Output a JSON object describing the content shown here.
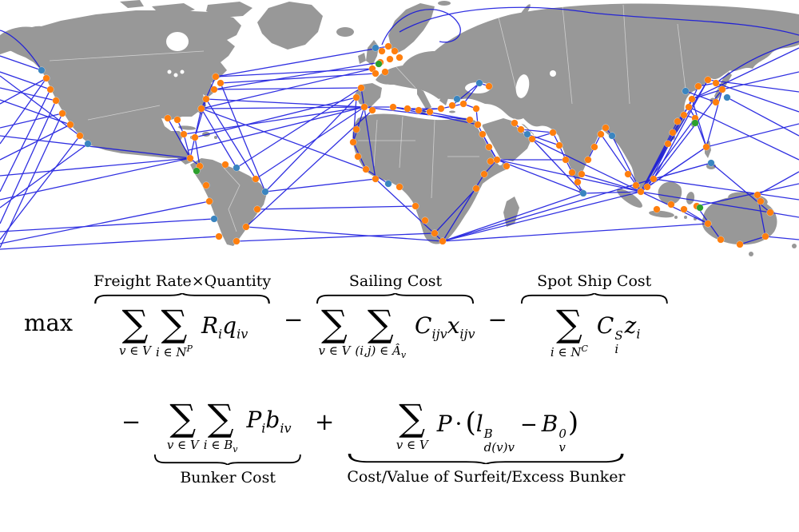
{
  "formula": {
    "max_label": "max",
    "sigma": "∑",
    "minus": "−",
    "plus": "+",
    "freight": {
      "label": "Freight Rate×Quantity",
      "lim1": "v ∈ V",
      "lim2": "i ∈ N",
      "lim2sup": "P",
      "v1": "R",
      "s1": "i",
      "v2": "q",
      "s2": "iv"
    },
    "sailing": {
      "label": "Sailing Cost",
      "lim1": "v ∈ V",
      "lim2": "(i,j) ∈ Â",
      "lim2sub": "v",
      "v1": "C",
      "s1": "ijv",
      "v2": "x",
      "s2": "ijv"
    },
    "spot": {
      "label": "Spot Ship Cost",
      "lim1": "i ∈ N",
      "lim1sup": "C",
      "v1": "C",
      "v1sup": "S",
      "v1sub": "i",
      "v2": "z",
      "s2": "i"
    },
    "bunker": {
      "label": "Bunker Cost",
      "lim1": "v ∈ V",
      "lim2": "i ∈ B",
      "lim2sub": "v",
      "v1": "P",
      "s1": "i",
      "v2": "b",
      "s2": "iv"
    },
    "surfeit": {
      "label": "Cost/Value of Surfeit/Excess Bunker",
      "lim1": "v ∈ V",
      "v1": "P",
      "dot": "·",
      "lp": "(",
      "l": "l",
      "lsup": "B",
      "lsub": "d(v)v",
      "minus": "−",
      "B": "B",
      "Bsup": "0",
      "Bsub": "v",
      "rp": ")"
    }
  },
  "map": {
    "colors": {
      "land": "#989898",
      "ocean": "#ffffff",
      "route": "#1414dd",
      "o": "#ff7f0e",
      "t": "#3a85c0",
      "g": "#2ca02c"
    },
    "ports": [
      [
        52,
        88,
        "t"
      ],
      [
        58,
        98,
        "o"
      ],
      [
        63,
        112,
        "o"
      ],
      [
        70,
        126,
        "o"
      ],
      [
        78,
        142,
        "o"
      ],
      [
        88,
        156,
        "o"
      ],
      [
        100,
        170,
        "o"
      ],
      [
        110,
        180,
        "t"
      ],
      [
        210,
        148,
        "o"
      ],
      [
        222,
        150,
        "o"
      ],
      [
        230,
        168,
        "o"
      ],
      [
        244,
        172,
        "o"
      ],
      [
        252,
        136,
        "o"
      ],
      [
        258,
        124,
        "o"
      ],
      [
        268,
        112,
        "o"
      ],
      [
        276,
        104,
        "o"
      ],
      [
        270,
        96,
        "o"
      ],
      [
        238,
        198,
        "o"
      ],
      [
        250,
        208,
        "o"
      ],
      [
        246,
        214,
        "g"
      ],
      [
        282,
        206,
        "o"
      ],
      [
        296,
        210,
        "t"
      ],
      [
        258,
        232,
        "o"
      ],
      [
        262,
        252,
        "o"
      ],
      [
        268,
        274,
        "t"
      ],
      [
        274,
        296,
        "o"
      ],
      [
        320,
        224,
        "o"
      ],
      [
        332,
        240,
        "t"
      ],
      [
        322,
        262,
        "o"
      ],
      [
        308,
        284,
        "o"
      ],
      [
        296,
        302,
        "o"
      ],
      [
        470,
        60,
        "t"
      ],
      [
        478,
        64,
        "o"
      ],
      [
        486,
        58,
        "o"
      ],
      [
        494,
        64,
        "o"
      ],
      [
        500,
        72,
        "o"
      ],
      [
        488,
        74,
        "o"
      ],
      [
        476,
        78,
        "o"
      ],
      [
        474,
        80,
        "g"
      ],
      [
        466,
        86,
        "o"
      ],
      [
        470,
        92,
        "o"
      ],
      [
        482,
        90,
        "o"
      ],
      [
        452,
        110,
        "o"
      ],
      [
        446,
        122,
        "o"
      ],
      [
        456,
        134,
        "o"
      ],
      [
        466,
        138,
        "o"
      ],
      [
        492,
        134,
        "o"
      ],
      [
        510,
        136,
        "o"
      ],
      [
        524,
        138,
        "o"
      ],
      [
        538,
        140,
        "o"
      ],
      [
        552,
        136,
        "o"
      ],
      [
        566,
        132,
        "o"
      ],
      [
        572,
        124,
        "t"
      ],
      [
        580,
        130,
        "o"
      ],
      [
        596,
        136,
        "o"
      ],
      [
        588,
        150,
        "o"
      ],
      [
        598,
        156,
        "o"
      ],
      [
        600,
        104,
        "t"
      ],
      [
        612,
        108,
        "o"
      ],
      [
        446,
        162,
        "o"
      ],
      [
        442,
        178,
        "o"
      ],
      [
        448,
        196,
        "o"
      ],
      [
        458,
        212,
        "o"
      ],
      [
        470,
        224,
        "o"
      ],
      [
        486,
        230,
        "t"
      ],
      [
        500,
        234,
        "o"
      ],
      [
        520,
        258,
        "o"
      ],
      [
        532,
        276,
        "o"
      ],
      [
        544,
        292,
        "o"
      ],
      [
        554,
        302,
        "o"
      ],
      [
        596,
        236,
        "o"
      ],
      [
        606,
        218,
        "o"
      ],
      [
        614,
        202,
        "o"
      ],
      [
        622,
        200,
        "o"
      ],
      [
        634,
        208,
        "o"
      ],
      [
        604,
        168,
        "o"
      ],
      [
        612,
        184,
        "o"
      ],
      [
        644,
        154,
        "o"
      ],
      [
        652,
        162,
        "o"
      ],
      [
        660,
        168,
        "t"
      ],
      [
        666,
        174,
        "o"
      ],
      [
        692,
        166,
        "o"
      ],
      [
        700,
        182,
        "o"
      ],
      [
        708,
        200,
        "o"
      ],
      [
        716,
        216,
        "o"
      ],
      [
        723,
        228,
        "o"
      ],
      [
        728,
        218,
        "o"
      ],
      [
        736,
        200,
        "o"
      ],
      [
        744,
        184,
        "o"
      ],
      [
        752,
        168,
        "o"
      ],
      [
        758,
        160,
        "o"
      ],
      [
        766,
        170,
        "t"
      ],
      [
        730,
        242,
        "t"
      ],
      [
        786,
        218,
        "o"
      ],
      [
        796,
        232,
        "o"
      ],
      [
        802,
        240,
        "o"
      ],
      [
        810,
        234,
        "o"
      ],
      [
        818,
        224,
        "o"
      ],
      [
        836,
        180,
        "o"
      ],
      [
        842,
        166,
        "o"
      ],
      [
        848,
        152,
        "o"
      ],
      [
        856,
        144,
        "o"
      ],
      [
        862,
        134,
        "o"
      ],
      [
        866,
        124,
        "o"
      ],
      [
        858,
        114,
        "t"
      ],
      [
        870,
        148,
        "o"
      ],
      [
        870,
        154,
        "g"
      ],
      [
        874,
        108,
        "o"
      ],
      [
        886,
        100,
        "o"
      ],
      [
        896,
        104,
        "o"
      ],
      [
        904,
        112,
        "o"
      ],
      [
        910,
        122,
        "t"
      ],
      [
        896,
        128,
        "o"
      ],
      [
        884,
        184,
        "o"
      ],
      [
        890,
        204,
        "t"
      ],
      [
        822,
        262,
        "o"
      ],
      [
        840,
        256,
        "o"
      ],
      [
        856,
        262,
        "o"
      ],
      [
        872,
        258,
        "o"
      ],
      [
        876,
        260,
        "g"
      ],
      [
        886,
        280,
        "o"
      ],
      [
        902,
        300,
        "o"
      ],
      [
        926,
        306,
        "o"
      ],
      [
        958,
        296,
        "o"
      ],
      [
        964,
        266,
        "o"
      ],
      [
        952,
        252,
        "o"
      ],
      [
        948,
        244,
        "o"
      ]
    ],
    "routes": [
      [
        58,
        98,
        0,
        130
      ],
      [
        58,
        98,
        0,
        180
      ],
      [
        63,
        112,
        0,
        90
      ],
      [
        63,
        112,
        0,
        240
      ],
      [
        70,
        126,
        0,
        110
      ],
      [
        70,
        126,
        0,
        280
      ],
      [
        78,
        142,
        0,
        160
      ],
      [
        78,
        142,
        0,
        310
      ],
      [
        88,
        156,
        0,
        200
      ],
      [
        100,
        170,
        0,
        300
      ],
      [
        100,
        170,
        0,
        95
      ],
      [
        52,
        88,
        0,
        70
      ],
      [
        110,
        180,
        0,
        260
      ],
      [
        88,
        156,
        0,
        125
      ],
      [
        238,
        198,
        0,
        220
      ],
      [
        238,
        198,
        0,
        250
      ],
      [
        238,
        198,
        0,
        170
      ],
      [
        268,
        274,
        0,
        290
      ],
      [
        262,
        252,
        0,
        305
      ],
      [
        274,
        296,
        0,
        312
      ],
      [
        904,
        112,
        1000,
        90
      ],
      [
        896,
        104,
        1000,
        140
      ],
      [
        910,
        122,
        1000,
        170
      ],
      [
        866,
        124,
        1000,
        60
      ],
      [
        886,
        100,
        1000,
        115
      ],
      [
        862,
        134,
        1000,
        200
      ],
      [
        818,
        224,
        1000,
        250
      ],
      [
        958,
        296,
        1000,
        300
      ],
      [
        872,
        258,
        1000,
        230
      ],
      [
        948,
        244,
        1000,
        215
      ],
      [
        884,
        184,
        1000,
        155
      ],
      [
        964,
        266,
        1000,
        272
      ],
      [
        466,
        86,
        270,
        96
      ],
      [
        470,
        92,
        276,
        104
      ],
      [
        476,
        78,
        268,
        112
      ],
      [
        456,
        134,
        258,
        124
      ],
      [
        456,
        134,
        252,
        136
      ],
      [
        452,
        110,
        268,
        112
      ],
      [
        446,
        122,
        244,
        172
      ],
      [
        456,
        134,
        236,
        188
      ],
      [
        466,
        86,
        252,
        136
      ],
      [
        486,
        58,
        270,
        96
      ],
      [
        456,
        134,
        230,
        168
      ],
      [
        252,
        136,
        238,
        198
      ],
      [
        258,
        124,
        244,
        172
      ],
      [
        456,
        134,
        320,
        224
      ],
      [
        446,
        122,
        332,
        240
      ],
      [
        466,
        138,
        308,
        284
      ],
      [
        452,
        110,
        296,
        210
      ],
      [
        252,
        136,
        458,
        212
      ],
      [
        258,
        124,
        320,
        224
      ],
      [
        252,
        136,
        296,
        210
      ],
      [
        276,
        104,
        332,
        240
      ],
      [
        332,
        240,
        470,
        224
      ],
      [
        322,
        262,
        520,
        258
      ],
      [
        308,
        284,
        554,
        302
      ],
      [
        296,
        302,
        544,
        292
      ],
      [
        456,
        134,
        492,
        134
      ],
      [
        492,
        134,
        524,
        138
      ],
      [
        524,
        138,
        552,
        136
      ],
      [
        552,
        136,
        580,
        130
      ],
      [
        580,
        130,
        596,
        136
      ],
      [
        596,
        136,
        598,
        156
      ],
      [
        566,
        132,
        600,
        104
      ],
      [
        456,
        134,
        588,
        150
      ],
      [
        598,
        156,
        492,
        134
      ],
      [
        510,
        136,
        552,
        136
      ],
      [
        524,
        138,
        588,
        150
      ],
      [
        580,
        130,
        600,
        104
      ],
      [
        598,
        156,
        612,
        184
      ],
      [
        612,
        184,
        622,
        200
      ],
      [
        604,
        168,
        622,
        200
      ],
      [
        622,
        200,
        802,
        240
      ],
      [
        622,
        200,
        708,
        200
      ],
      [
        622,
        200,
        730,
        242
      ],
      [
        666,
        174,
        730,
        242
      ],
      [
        666,
        174,
        802,
        240
      ],
      [
        660,
        168,
        700,
        182
      ],
      [
        652,
        162,
        692,
        166
      ],
      [
        730,
        242,
        802,
        240
      ],
      [
        716,
        216,
        730,
        242
      ],
      [
        708,
        200,
        716,
        216
      ],
      [
        692,
        166,
        666,
        174
      ],
      [
        554,
        302,
        730,
        242
      ],
      [
        554,
        302,
        802,
        240
      ],
      [
        554,
        302,
        886,
        280
      ],
      [
        554,
        302,
        606,
        218
      ],
      [
        554,
        302,
        818,
        224
      ],
      [
        606,
        218,
        622,
        200
      ],
      [
        596,
        236,
        544,
        292
      ],
      [
        456,
        134,
        442,
        178
      ],
      [
        442,
        178,
        458,
        212
      ],
      [
        458,
        212,
        486,
        230
      ],
      [
        446,
        122,
        442,
        178
      ],
      [
        470,
        224,
        554,
        302
      ],
      [
        452,
        110,
        470,
        224
      ],
      [
        802,
        240,
        848,
        152
      ],
      [
        802,
        240,
        866,
        124
      ],
      [
        802,
        240,
        886,
        100
      ],
      [
        802,
        240,
        884,
        184
      ],
      [
        802,
        240,
        836,
        180
      ],
      [
        802,
        240,
        766,
        170
      ],
      [
        802,
        240,
        752,
        168
      ],
      [
        802,
        240,
        728,
        218
      ],
      [
        810,
        234,
        884,
        184
      ],
      [
        818,
        224,
        890,
        204
      ],
      [
        802,
        240,
        964,
        266
      ],
      [
        802,
        240,
        886,
        280
      ],
      [
        802,
        240,
        870,
        148
      ],
      [
        810,
        234,
        856,
        144
      ],
      [
        884,
        184,
        866,
        124
      ],
      [
        890,
        204,
        818,
        224
      ],
      [
        884,
        184,
        904,
        112
      ],
      [
        848,
        152,
        862,
        134
      ],
      [
        862,
        134,
        874,
        108
      ],
      [
        874,
        108,
        896,
        104
      ],
      [
        866,
        124,
        904,
        112
      ],
      [
        858,
        114,
        896,
        128
      ],
      [
        856,
        144,
        870,
        148
      ],
      [
        870,
        148,
        884,
        184
      ],
      [
        842,
        166,
        836,
        180
      ],
      [
        870,
        148,
        862,
        134
      ],
      [
        904,
        112,
        810,
        234
      ],
      [
        886,
        100,
        818,
        224
      ],
      [
        856,
        262,
        886,
        280
      ],
      [
        872,
        258,
        902,
        300
      ],
      [
        926,
        306,
        958,
        296
      ],
      [
        958,
        296,
        948,
        244
      ],
      [
        964,
        266,
        890,
        204
      ],
      [
        952,
        252,
        948,
        244
      ],
      [
        230,
        168,
        238,
        198
      ],
      [
        244,
        172,
        250,
        208
      ],
      [
        210,
        148,
        238,
        198
      ],
      [
        222,
        150,
        230,
        168
      ],
      [
        238,
        198,
        250,
        208
      ],
      [
        270,
        96,
        252,
        136
      ],
      [
        600,
        104,
        612,
        108
      ],
      [
        666,
        174,
        652,
        162
      ],
      [
        652,
        162,
        644,
        154
      ],
      [
        692,
        166,
        700,
        182
      ],
      [
        700,
        182,
        708,
        200
      ],
      [
        744,
        184,
        752,
        168
      ],
      [
        736,
        200,
        744,
        184
      ],
      [
        758,
        160,
        766,
        170
      ]
    ],
    "curves": [
      "M478,56 C498,6 556,0 574,30 C582,44 568,56 550,52",
      "M500,40 C560,6 660,4 740,16 C830,26 930,24 1000,44",
      "M52,88 C30,52 8,40 0,38",
      "M896,104 C940,70 980,58 1000,52"
    ]
  }
}
